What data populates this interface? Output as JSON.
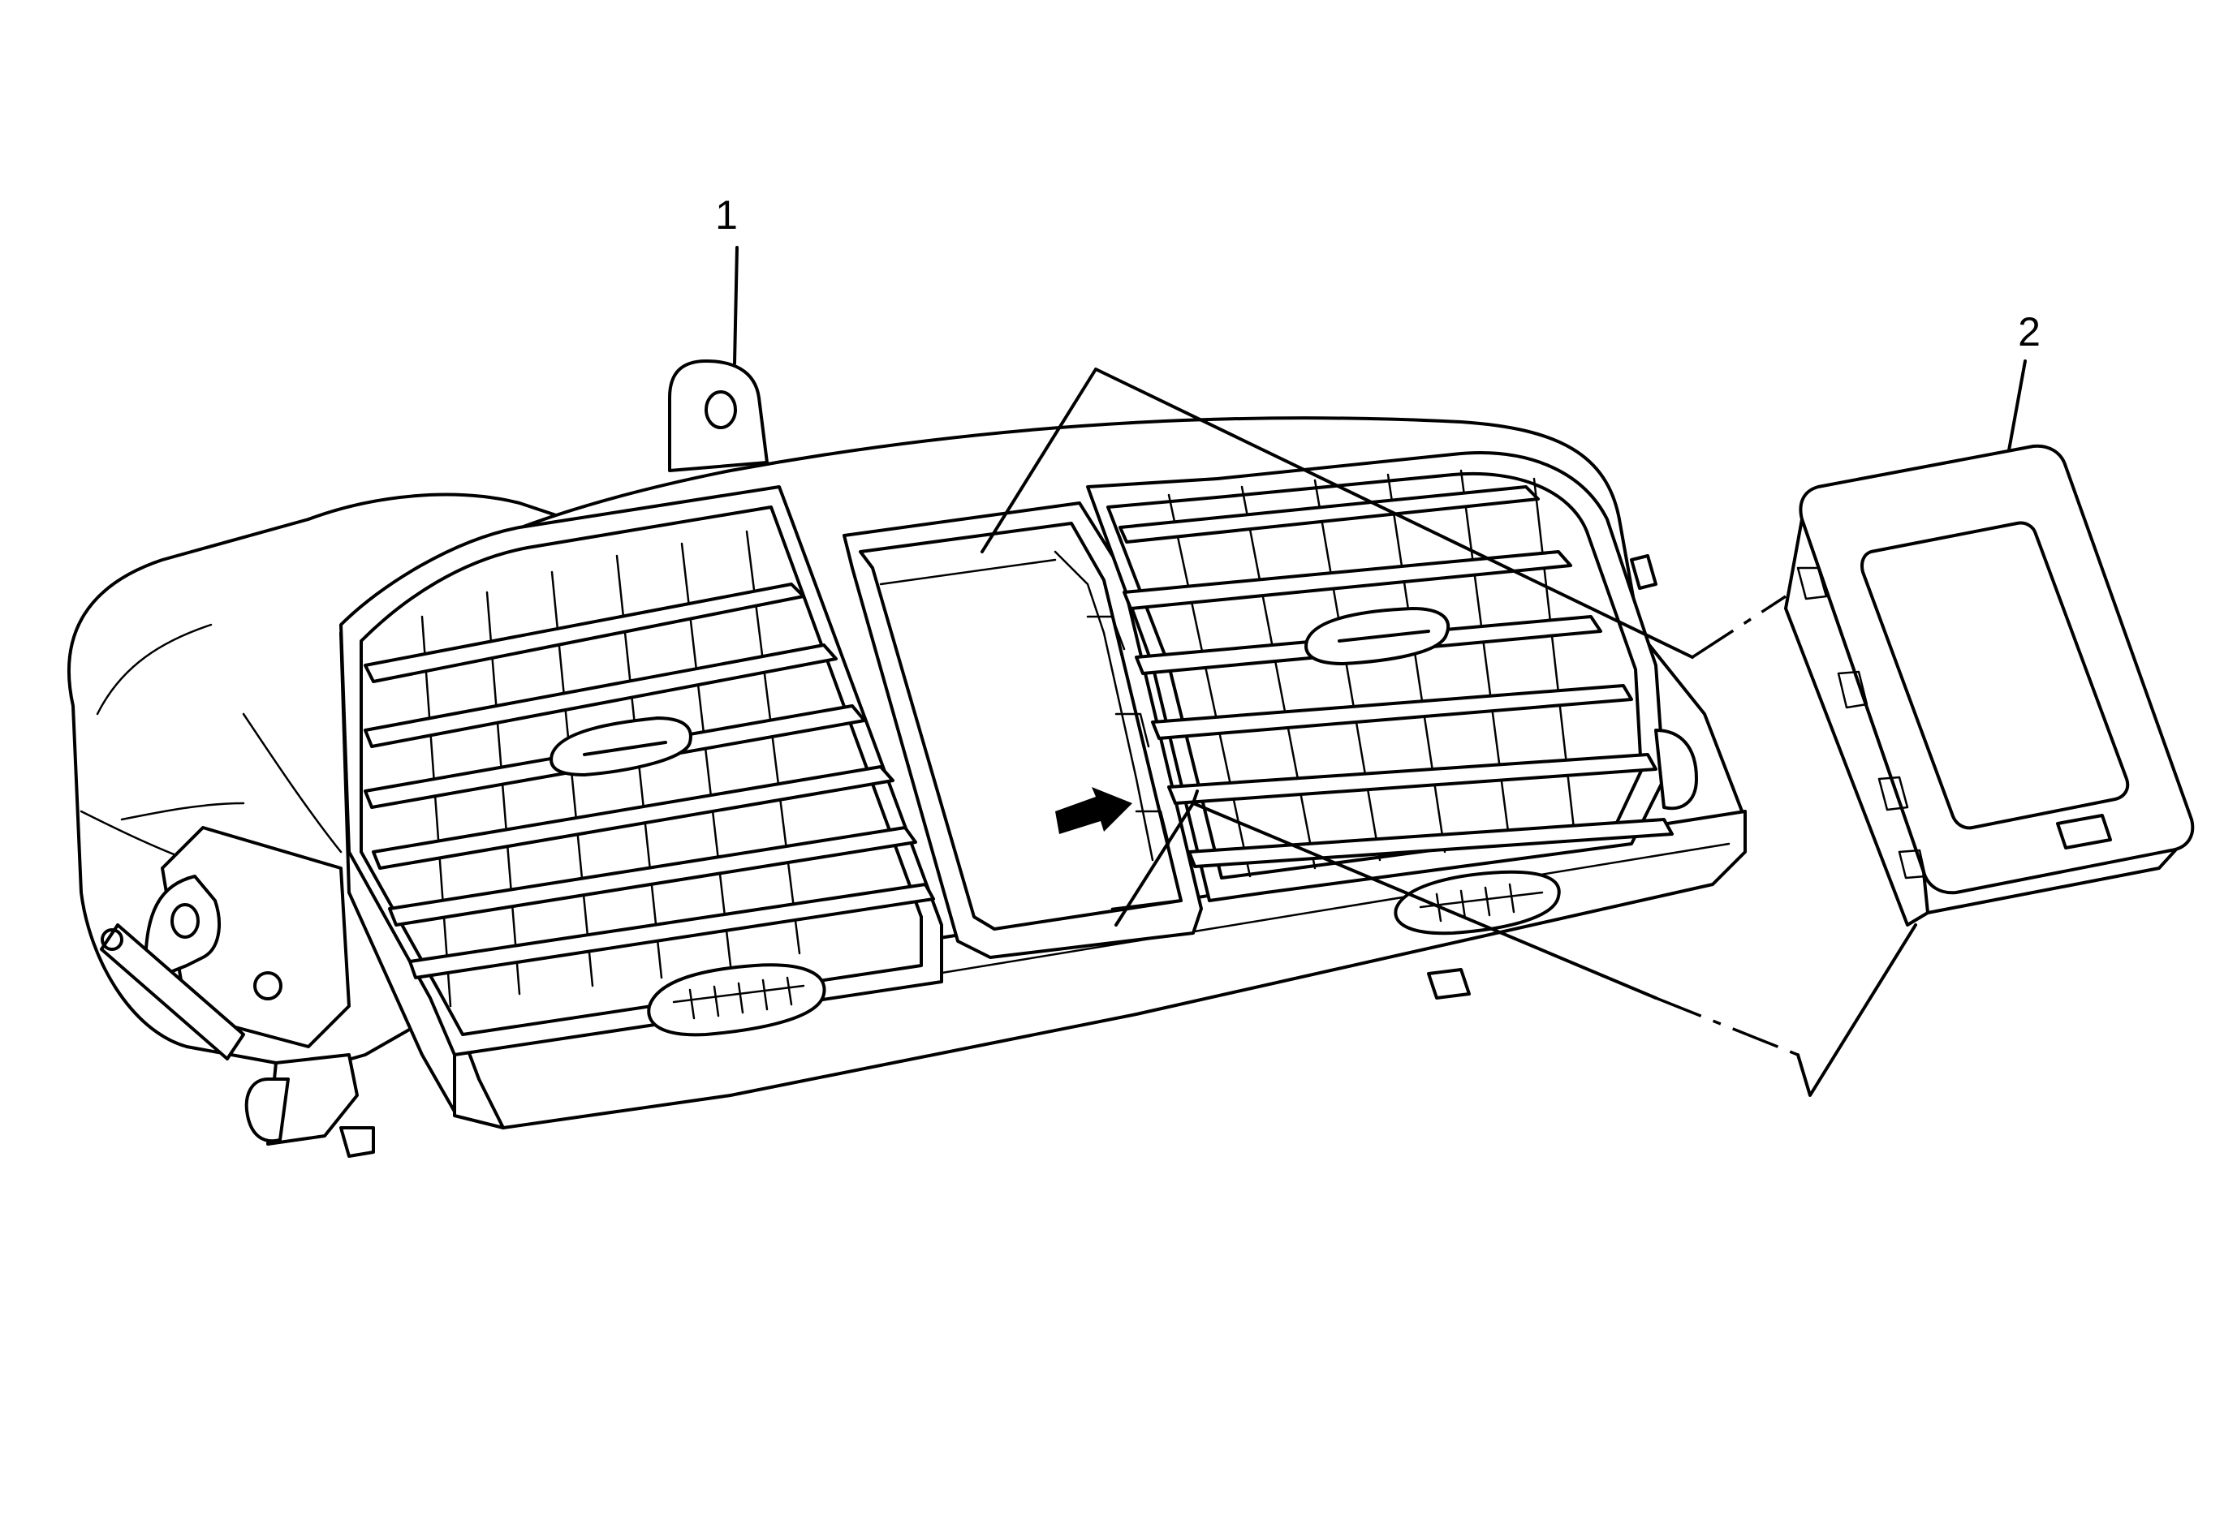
{
  "figure": {
    "callouts": [
      {
        "id": "1",
        "label": "1"
      },
      {
        "id": "2",
        "label": "2"
      }
    ],
    "parts": [
      {
        "name": "instrument-panel-center-air-outlet-assembly",
        "callout": "1"
      },
      {
        "name": "display-module",
        "callout": "2"
      }
    ],
    "indicator": "arrow-icon"
  }
}
